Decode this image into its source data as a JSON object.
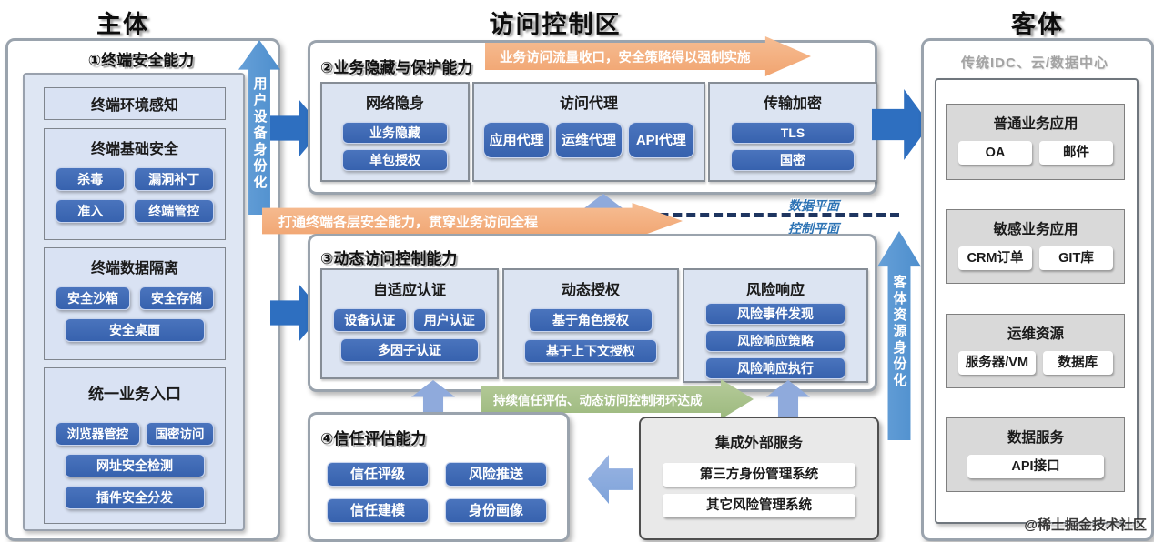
{
  "headers": {
    "subject": "主体",
    "access_control_zone": "访问控制区",
    "object": "客体"
  },
  "panel1": {
    "title": "①终端安全能力",
    "sections": [
      {
        "title": "终端环境感知",
        "buttons": []
      },
      {
        "title": "终端基础安全",
        "buttons": [
          "杀毒",
          "漏洞补丁",
          "准入",
          "终端管控"
        ]
      },
      {
        "title": "终端数据隔离",
        "buttons": [
          "安全沙箱",
          "安全存储",
          "安全桌面"
        ]
      },
      {
        "title": "统一业务入口",
        "buttons": [
          "浏览器管控",
          "国密访问",
          "网址安全检测",
          "插件安全分发"
        ]
      }
    ]
  },
  "panel2": {
    "title": "②业务隐藏与保护能力",
    "banner": "业务访问流量收口，安全策略得以强制实施",
    "groups": [
      {
        "title": "网络隐身",
        "buttons": [
          "业务隐藏",
          "单包授权"
        ]
      },
      {
        "title": "访问代理",
        "buttons": [
          "应用代理",
          "运维代理",
          "API代理"
        ]
      },
      {
        "title": "传输加密",
        "buttons": [
          "TLS",
          "国密"
        ]
      }
    ]
  },
  "mid_band": {
    "orange_banner": "打通终端各层安全能力，贯穿业务访问全程",
    "data_plane": "数据平面",
    "control_plane": "控制平面"
  },
  "panel3": {
    "title": "③动态访问控制能力",
    "groups": [
      {
        "title": "自适应认证",
        "buttons": [
          "设备认证",
          "用户认证",
          "多因子认证"
        ]
      },
      {
        "title": "动态授权",
        "buttons": [
          "基于角色授权",
          "基于上下文授权"
        ]
      },
      {
        "title": "风险响应",
        "buttons": [
          "风险事件发现",
          "风险响应策略",
          "风险响应执行"
        ]
      }
    ]
  },
  "panel4": {
    "title": "④信任评估能力",
    "buttons": [
      "信任评级",
      "风险推送",
      "信任建模",
      "身份画像"
    ]
  },
  "green_banner": "持续信任评估、动态访问控制闭环达成",
  "external": {
    "title": "集成外部服务",
    "items": [
      "第三方身份管理系统",
      "其它风险管理系统"
    ]
  },
  "varrows": {
    "user_device": "用户设备身份化",
    "object_resource": "客体资源身份化"
  },
  "object_panel": {
    "subtitle": "传统IDC、云/数据中心",
    "sections": [
      {
        "title": "普通业务应用",
        "items": [
          "OA",
          "邮件"
        ]
      },
      {
        "title": "敏感业务应用",
        "items": [
          "CRM订单",
          "GIT库"
        ]
      },
      {
        "title": "运维资源",
        "items": [
          "服务器/VM",
          "数据库"
        ]
      },
      {
        "title": "数据服务",
        "items": [
          "API接口"
        ]
      }
    ]
  },
  "watermark": "@稀土掘金技术社区",
  "colors": {
    "button_blue": "#3a65b0",
    "arrow_dark_blue": "#2e6fc0",
    "arrow_light_blue": "#5b9bd5",
    "arrow_periwinkle": "#8faadc",
    "banner_orange": "#f2a873",
    "banner_green": "#a9c183",
    "panel_blue": "#dce4f2",
    "gray_section": "#d9d9d9",
    "plane_label_blue": "#2e74b5"
  }
}
